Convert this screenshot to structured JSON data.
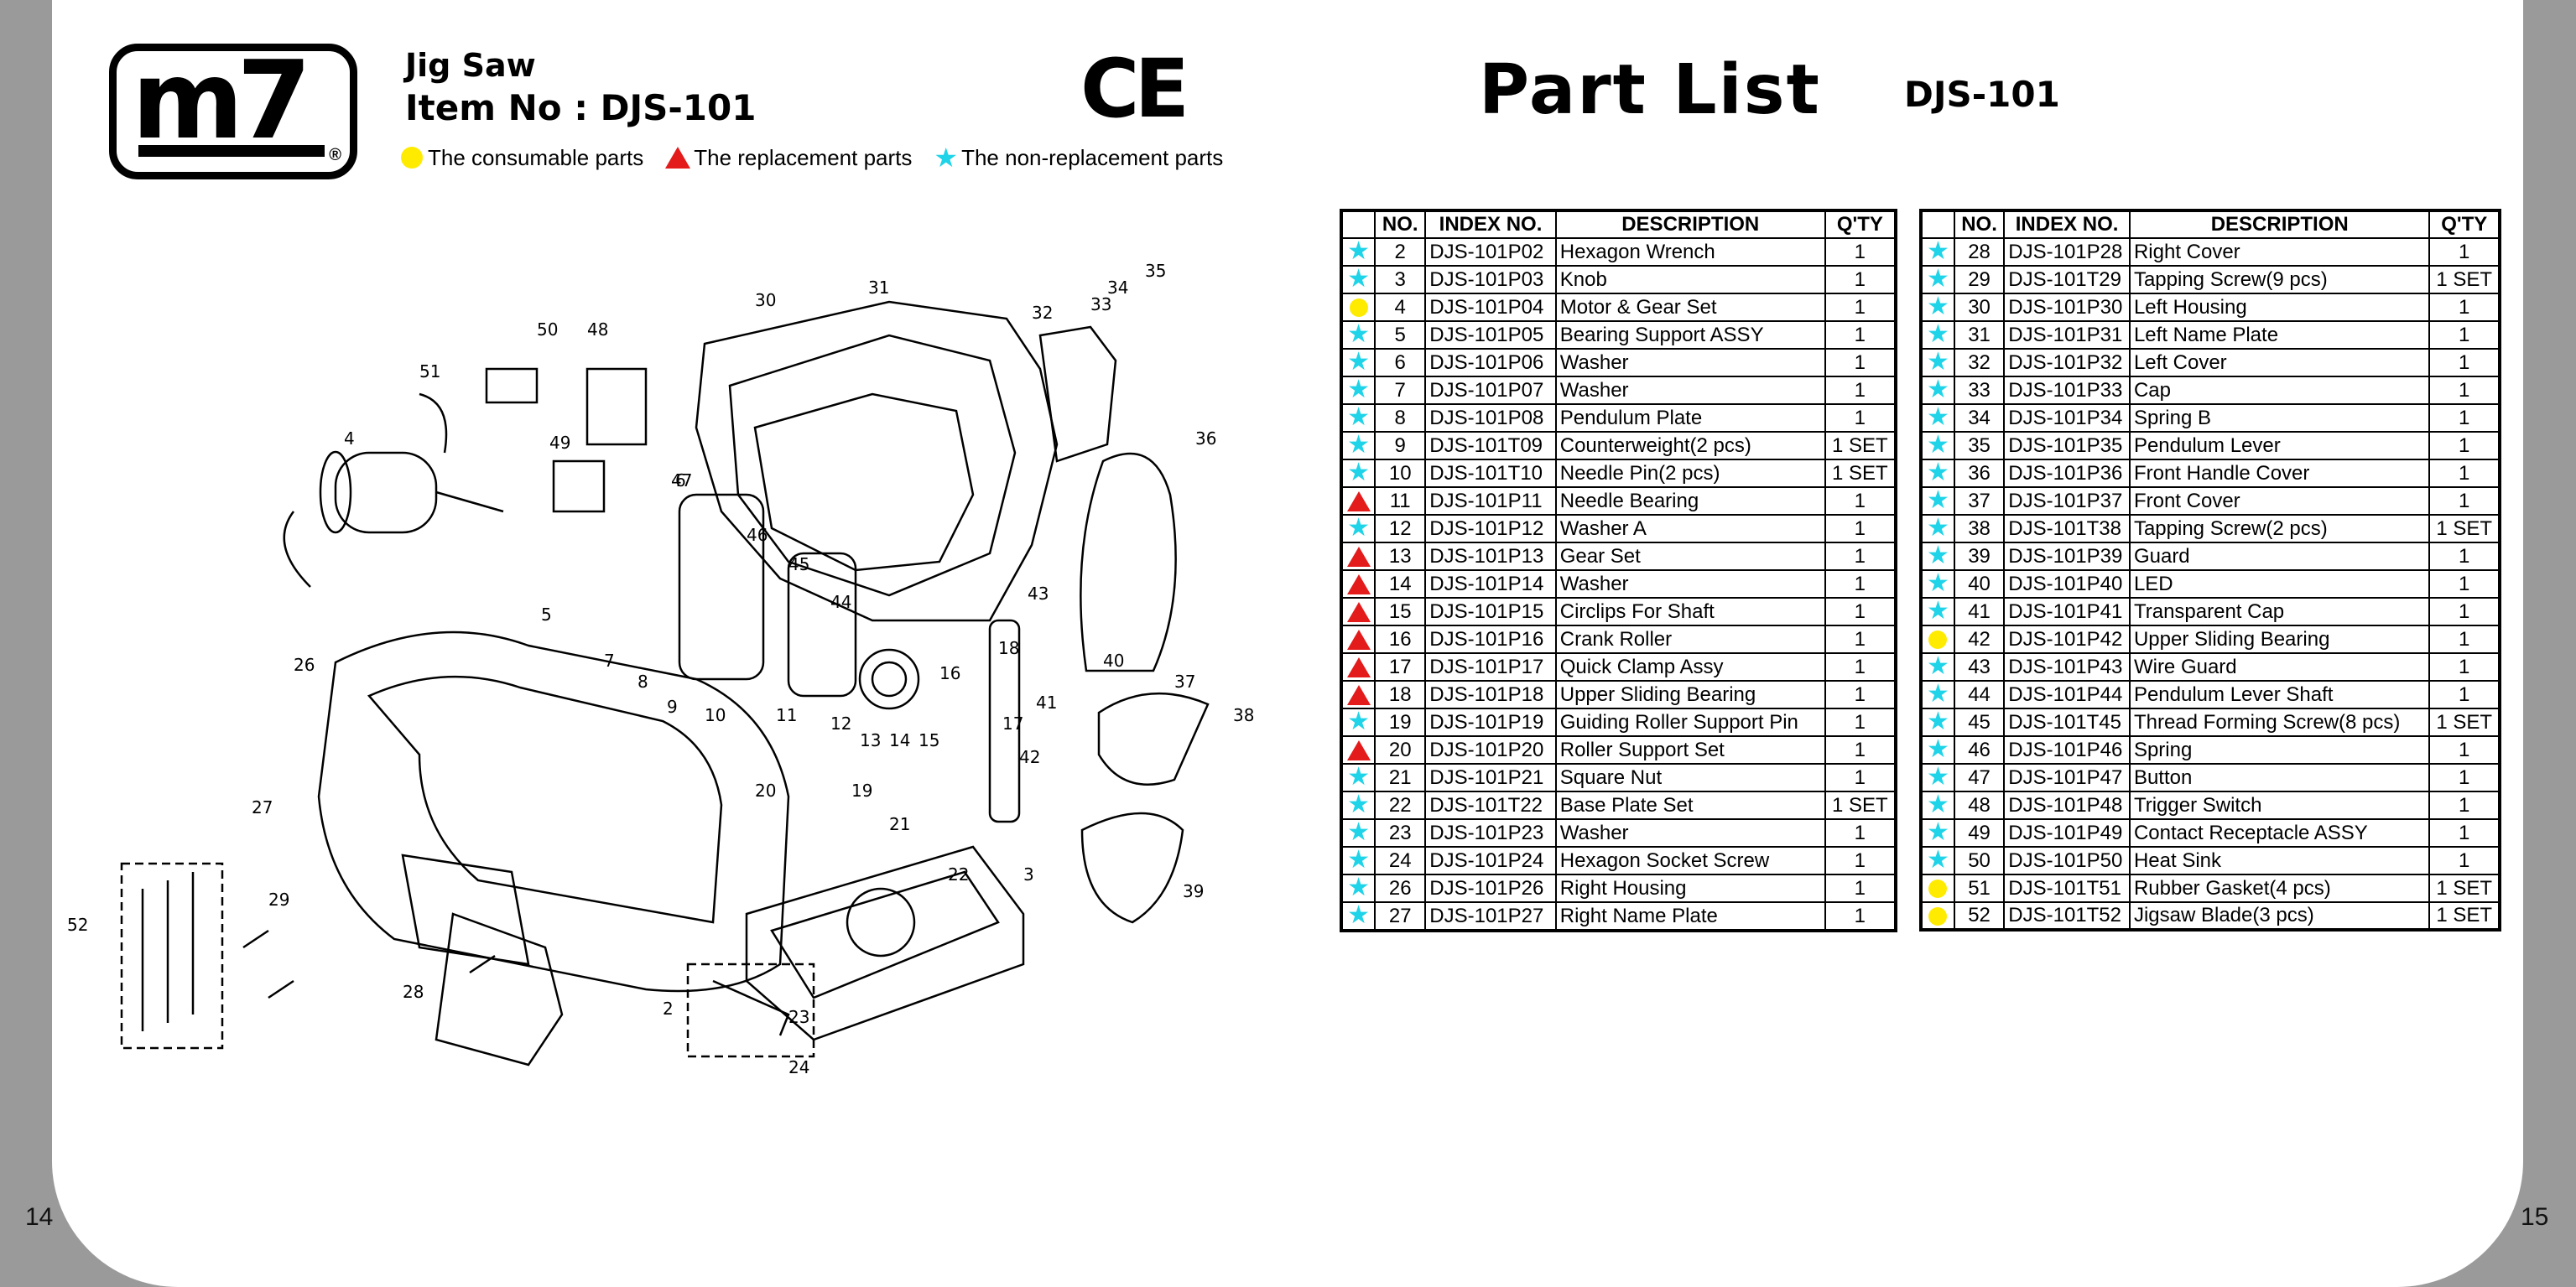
{
  "page_numbers": {
    "left": "14",
    "right": "15"
  },
  "brand": {
    "logo_text": "m7",
    "registered": "®"
  },
  "header": {
    "product": "Jig Saw",
    "item_no": "Item No : DJS-101",
    "ce_mark": "CE"
  },
  "legend": [
    {
      "symbol": "consumable",
      "label": "The consumable parts"
    },
    {
      "symbol": "replacement",
      "label": "The replacement parts"
    },
    {
      "symbol": "non-replacement",
      "label": "The non-replacement parts"
    }
  ],
  "part_list": {
    "title": "Part List",
    "model": "DJS-101"
  },
  "table_headers": {
    "no": "NO.",
    "index": "INDEX NO.",
    "description": "DESCRIPTION",
    "qty": "Q'TY"
  },
  "symbol_colors": {
    "consumable": "#ffeb00",
    "replacement": "#e31b1b",
    "non-replacement": "#1fd3e8"
  },
  "parts_left": [
    {
      "sym": "non-replacement",
      "no": "2",
      "index": "DJS-101P02",
      "desc": "Hexagon Wrench",
      "qty": "1"
    },
    {
      "sym": "non-replacement",
      "no": "3",
      "index": "DJS-101P03",
      "desc": "Knob",
      "qty": "1"
    },
    {
      "sym": "consumable",
      "no": "4",
      "index": "DJS-101P04",
      "desc": "Motor & Gear Set",
      "qty": "1"
    },
    {
      "sym": "non-replacement",
      "no": "5",
      "index": "DJS-101P05",
      "desc": "Bearing Support ASSY",
      "qty": "1"
    },
    {
      "sym": "non-replacement",
      "no": "6",
      "index": "DJS-101P06",
      "desc": "Washer",
      "qty": "1"
    },
    {
      "sym": "non-replacement",
      "no": "7",
      "index": "DJS-101P07",
      "desc": "Washer",
      "qty": "1"
    },
    {
      "sym": "non-replacement",
      "no": "8",
      "index": "DJS-101P08",
      "desc": "Pendulum Plate",
      "qty": "1"
    },
    {
      "sym": "non-replacement",
      "no": "9",
      "index": "DJS-101T09",
      "desc": "Counterweight(2 pcs)",
      "qty": "1 SET"
    },
    {
      "sym": "non-replacement",
      "no": "10",
      "index": "DJS-101T10",
      "desc": "Needle Pin(2 pcs)",
      "qty": "1 SET"
    },
    {
      "sym": "replacement",
      "no": "11",
      "index": "DJS-101P11",
      "desc": "Needle Bearing",
      "qty": "1"
    },
    {
      "sym": "non-replacement",
      "no": "12",
      "index": "DJS-101P12",
      "desc": "Washer A",
      "qty": "1"
    },
    {
      "sym": "replacement",
      "no": "13",
      "index": "DJS-101P13",
      "desc": "Gear Set",
      "qty": "1"
    },
    {
      "sym": "replacement",
      "no": "14",
      "index": "DJS-101P14",
      "desc": "Washer",
      "qty": "1"
    },
    {
      "sym": "replacement",
      "no": "15",
      "index": "DJS-101P15",
      "desc": "Circlips For Shaft",
      "qty": "1"
    },
    {
      "sym": "replacement",
      "no": "16",
      "index": "DJS-101P16",
      "desc": "Crank Roller",
      "qty": "1"
    },
    {
      "sym": "replacement",
      "no": "17",
      "index": "DJS-101P17",
      "desc": "Quick Clamp Assy",
      "qty": "1"
    },
    {
      "sym": "replacement",
      "no": "18",
      "index": "DJS-101P18",
      "desc": "Upper Sliding Bearing",
      "qty": "1"
    },
    {
      "sym": "non-replacement",
      "no": "19",
      "index": "DJS-101P19",
      "desc": "Guiding Roller Support Pin",
      "qty": "1"
    },
    {
      "sym": "replacement",
      "no": "20",
      "index": "DJS-101P20",
      "desc": "Roller Support Set",
      "qty": "1"
    },
    {
      "sym": "non-replacement",
      "no": "21",
      "index": "DJS-101P21",
      "desc": "Square Nut",
      "qty": "1"
    },
    {
      "sym": "non-replacement",
      "no": "22",
      "index": "DJS-101T22",
      "desc": "Base Plate Set",
      "qty": "1 SET"
    },
    {
      "sym": "non-replacement",
      "no": "23",
      "index": "DJS-101P23",
      "desc": "Washer",
      "qty": "1"
    },
    {
      "sym": "non-replacement",
      "no": "24",
      "index": "DJS-101P24",
      "desc": "Hexagon Socket Screw",
      "qty": "1"
    },
    {
      "sym": "non-replacement",
      "no": "26",
      "index": "DJS-101P26",
      "desc": "Right Housing",
      "qty": "1"
    },
    {
      "sym": "non-replacement",
      "no": "27",
      "index": "DJS-101P27",
      "desc": "Right Name Plate",
      "qty": "1"
    }
  ],
  "parts_right": [
    {
      "sym": "non-replacement",
      "no": "28",
      "index": "DJS-101P28",
      "desc": "Right Cover",
      "qty": "1"
    },
    {
      "sym": "non-replacement",
      "no": "29",
      "index": "DJS-101T29",
      "desc": "Tapping Screw(9 pcs)",
      "qty": "1 SET"
    },
    {
      "sym": "non-replacement",
      "no": "30",
      "index": "DJS-101P30",
      "desc": "Left Housing",
      "qty": "1"
    },
    {
      "sym": "non-replacement",
      "no": "31",
      "index": "DJS-101P31",
      "desc": "Left Name Plate",
      "qty": "1"
    },
    {
      "sym": "non-replacement",
      "no": "32",
      "index": "DJS-101P32",
      "desc": "Left Cover",
      "qty": "1"
    },
    {
      "sym": "non-replacement",
      "no": "33",
      "index": "DJS-101P33",
      "desc": "Cap",
      "qty": "1"
    },
    {
      "sym": "non-replacement",
      "no": "34",
      "index": "DJS-101P34",
      "desc": "Spring B",
      "qty": "1"
    },
    {
      "sym": "non-replacement",
      "no": "35",
      "index": "DJS-101P35",
      "desc": "Pendulum Lever",
      "qty": "1"
    },
    {
      "sym": "non-replacement",
      "no": "36",
      "index": "DJS-101P36",
      "desc": "Front Handle Cover",
      "qty": "1"
    },
    {
      "sym": "non-replacement",
      "no": "37",
      "index": "DJS-101P37",
      "desc": "Front Cover",
      "qty": "1"
    },
    {
      "sym": "non-replacement",
      "no": "38",
      "index": "DJS-101T38",
      "desc": "Tapping Screw(2 pcs)",
      "qty": "1 SET"
    },
    {
      "sym": "non-replacement",
      "no": "39",
      "index": "DJS-101P39",
      "desc": "Guard",
      "qty": "1"
    },
    {
      "sym": "non-replacement",
      "no": "40",
      "index": "DJS-101P40",
      "desc": "LED",
      "qty": "1"
    },
    {
      "sym": "non-replacement",
      "no": "41",
      "index": "DJS-101P41",
      "desc": "Transparent Cap",
      "qty": "1"
    },
    {
      "sym": "consumable",
      "no": "42",
      "index": "DJS-101P42",
      "desc": "Upper Sliding Bearing",
      "qty": "1"
    },
    {
      "sym": "non-replacement",
      "no": "43",
      "index": "DJS-101P43",
      "desc": "Wire Guard",
      "qty": "1"
    },
    {
      "sym": "non-replacement",
      "no": "44",
      "index": "DJS-101P44",
      "desc": "Pendulum Lever Shaft",
      "qty": "1"
    },
    {
      "sym": "non-replacement",
      "no": "45",
      "index": "DJS-101T45",
      "desc": "Thread Forming Screw(8 pcs)",
      "qty": "1 SET"
    },
    {
      "sym": "non-replacement",
      "no": "46",
      "index": "DJS-101P46",
      "desc": "Spring",
      "qty": "1"
    },
    {
      "sym": "non-replacement",
      "no": "47",
      "index": "DJS-101P47",
      "desc": "Button",
      "qty": "1"
    },
    {
      "sym": "non-replacement",
      "no": "48",
      "index": "DJS-101P48",
      "desc": "Trigger Switch",
      "qty": "1"
    },
    {
      "sym": "non-replacement",
      "no": "49",
      "index": "DJS-101P49",
      "desc": "Contact Receptacle ASSY",
      "qty": "1"
    },
    {
      "sym": "non-replacement",
      "no": "50",
      "index": "DJS-101P50",
      "desc": "Heat Sink",
      "qty": "1"
    },
    {
      "sym": "consumable",
      "no": "51",
      "index": "DJS-101T51",
      "desc": "Rubber Gasket(4 pcs)",
      "qty": "1 SET"
    },
    {
      "sym": "consumable",
      "no": "52",
      "index": "DJS-101T52",
      "desc": "Jigsaw Blade(3 pcs)",
      "qty": "1 SET"
    }
  ],
  "diagram_callouts": [
    "2",
    "3",
    "4",
    "5",
    "6",
    "7",
    "8",
    "9",
    "10",
    "11",
    "12",
    "13",
    "14",
    "15",
    "16",
    "17",
    "18",
    "19",
    "20",
    "21",
    "22",
    "23",
    "24",
    "26",
    "27",
    "28",
    "29",
    "30",
    "31",
    "32",
    "33",
    "34",
    "35",
    "36",
    "37",
    "38",
    "39",
    "40",
    "41",
    "42",
    "43",
    "44",
    "45",
    "46",
    "47",
    "48",
    "49",
    "50",
    "51",
    "52"
  ]
}
